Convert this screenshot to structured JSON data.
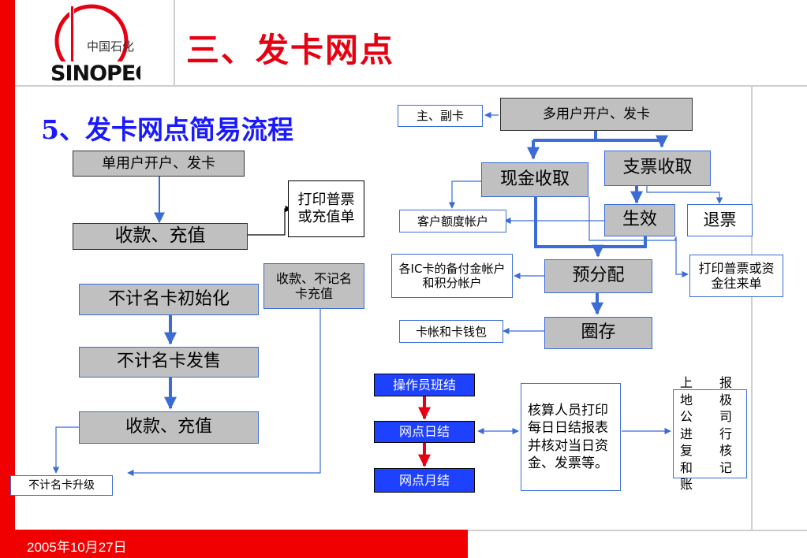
{
  "header": {
    "logo_cn": "中国石化",
    "logo_en": "SINOPEC",
    "title": "三、发卡网点"
  },
  "subtitle": "5、发卡网点简易流程",
  "left_flow": {
    "single_user": "单用户开户、发卡",
    "pay_recharge_1": "收款、充值",
    "print_invoice": "打印普票或充值单",
    "unregistered_recharge": "收款、不记名卡充值",
    "unregistered_init": "不计名卡初始化",
    "unregistered_sale": "不计名卡发售",
    "pay_recharge_2": "收款、充值",
    "unregistered_upgrade": "不计名卡升级"
  },
  "right_flow": {
    "main_sub_card": "主、副卡",
    "multi_user": "多用户开户、发卡",
    "cash": "现金收取",
    "check": "支票收取",
    "customer_quota": "客户额度帐户",
    "effective": "生效",
    "refund": "退票",
    "ic_accounts": "各IC卡的备付金帐户和积分帐户",
    "preallocate": "预分配",
    "print_invoice_funds": "打印普票或资金往来单",
    "card_wallet": "卡帐和卡钱包",
    "deposit": "圈存"
  },
  "settlement": {
    "operator_shift": "操作员班结",
    "daily": "网点日结",
    "monthly": "网点月结",
    "accountant": "核算人员打印每日日结报表并核对当日资金、发票等。",
    "report": "上报地极公司进行复核和记账"
  },
  "footer": {
    "date": "2005年10月27日"
  }
}
